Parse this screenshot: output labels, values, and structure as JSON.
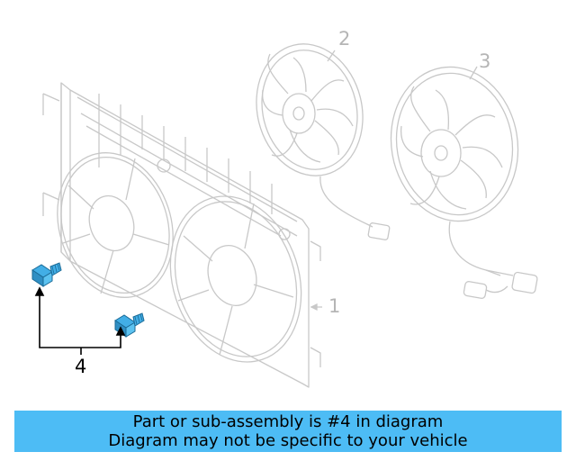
{
  "callouts": {
    "shroud": "1",
    "fan_left": "2",
    "fan_right": "3",
    "bolts": "4"
  },
  "banner": {
    "line1": "Part or sub-assembly is #4 in diagram",
    "line2": "Diagram may not be specific to your vehicle"
  },
  "colors": {
    "banner_bg": "#4dbcf5",
    "highlight_part": "#42aee6",
    "line_faint": "#c8c8c8",
    "leader_dark": "#000000"
  }
}
